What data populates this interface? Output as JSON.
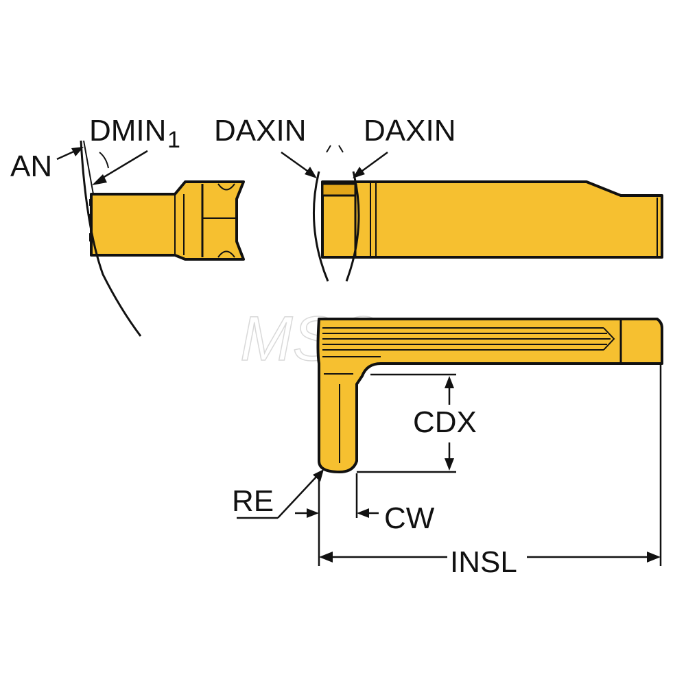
{
  "labels": {
    "an": "AN",
    "dmin": "DMIN",
    "dmin_sub": "1",
    "daxin_left": "DAXIN",
    "daxin_right": "DAXIN",
    "cdx": "CDX",
    "re": "RE",
    "cw": "CW",
    "insl": "INSL"
  },
  "watermark": "MSC",
  "colors": {
    "insert_yellow": "#f6c030",
    "insert_shade": "#e3a619",
    "outline": "#111111"
  }
}
